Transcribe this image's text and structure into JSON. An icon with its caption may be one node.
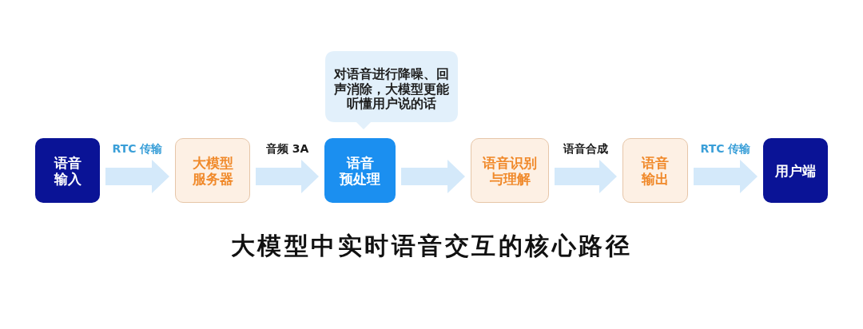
{
  "diagram": {
    "caption": "大模型中实时语音交互的核心路径",
    "nodes": [
      {
        "text": [
          "语音输入"
        ]
      },
      {
        "text": [
          "大模型服务器"
        ]
      },
      {
        "text": [
          "对语音进行降噪、回声消除，大模型更能听懂用户说的话"
        ]
      },
      {
        "text": [
          "语音预处理"
        ]
      },
      {
        "text": [
          "语音识别与理解"
        ]
      },
      {
        "text": [
          "语音输出"
        ]
      },
      {
        "text": [
          "用户端"
        ]
      }
    ],
    "edges": [
      {
        "from": 0,
        "to": 1,
        "arrow": "to",
        "label": "RTC 传输"
      },
      {
        "from": 1,
        "to": 3,
        "arrow": "to",
        "label": "音频 3A"
      },
      {
        "from": 3,
        "to": 4,
        "arrow": "to"
      },
      {
        "from": 4,
        "to": 5,
        "arrow": "to",
        "label": "语音合成"
      },
      {
        "from": 5,
        "to": 6,
        "arrow": "to",
        "label": "RTC 传输"
      }
    ]
  }
}
